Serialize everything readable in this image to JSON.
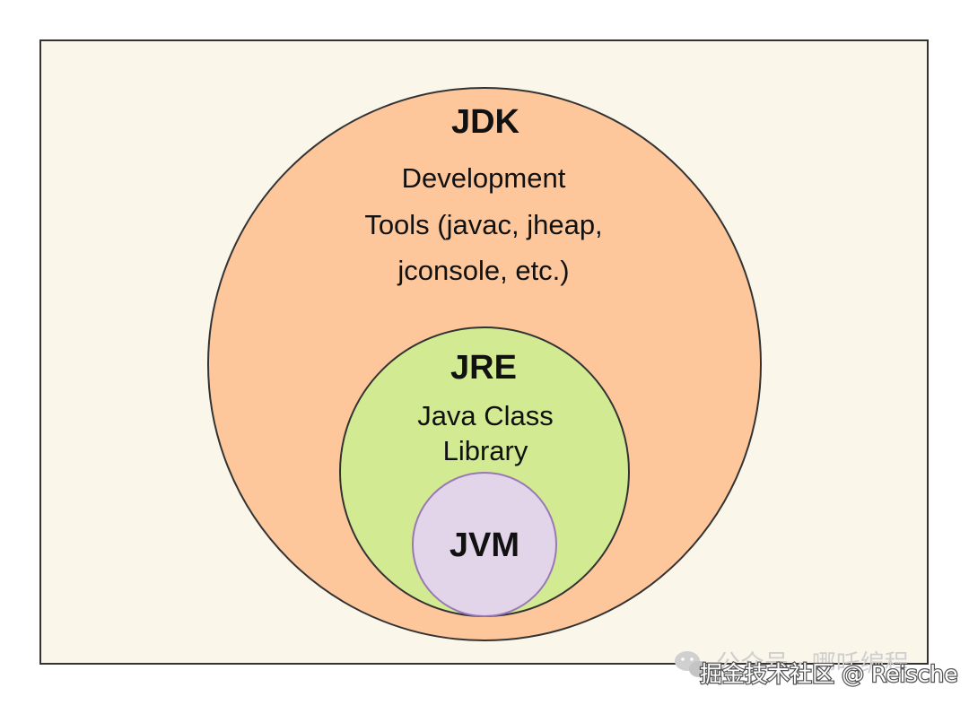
{
  "diagram": {
    "jdk": {
      "title": "JDK",
      "description": [
        "Development",
        "Tools (javac, jheap,",
        "jconsole, etc.)"
      ]
    },
    "jre": {
      "title": "JRE",
      "description": [
        "Java Class",
        "Library"
      ]
    },
    "jvm": {
      "title": "JVM"
    }
  },
  "watermark": {
    "wechat": "公众号 · 哪吒编程",
    "juejin": "掘金技术社区 @ Reische"
  },
  "colors": {
    "background": "#fbf6ea",
    "jdk_fill": "#fdc79b",
    "jre_fill": "#d2eb92",
    "jvm_fill": "#e2d5ea",
    "jvm_border": "#9a78b5",
    "border": "#333333"
  }
}
